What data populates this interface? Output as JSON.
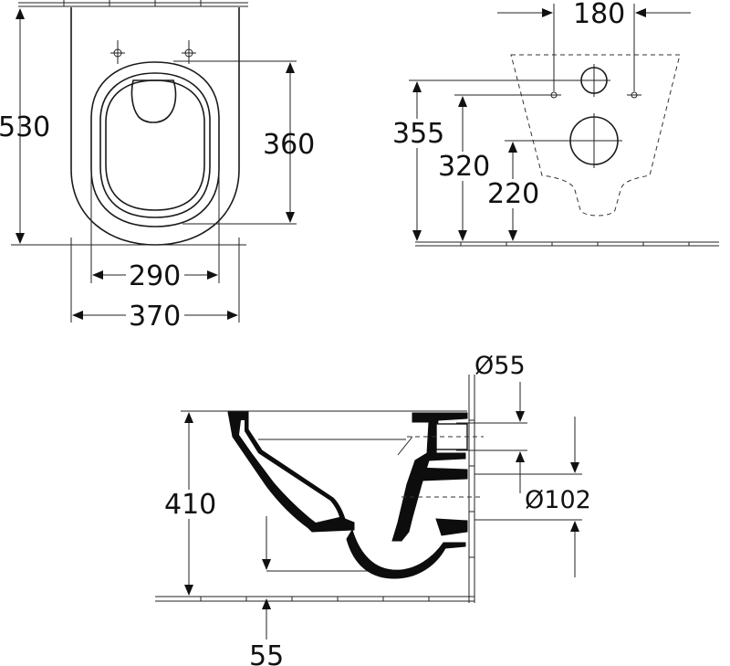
{
  "top_view": {
    "length": "530",
    "bowl_length": "360",
    "bowl_width": "290",
    "overall_width": "370"
  },
  "front_view": {
    "hole_spacing": "180",
    "outlet_height": "355",
    "fixing_height": "320",
    "inlet_height": "220"
  },
  "side_view": {
    "inlet_diameter": "55",
    "height": "410",
    "outlet_diameter": "102",
    "bottom_offset": "55"
  },
  "symbols": {
    "diameter": "Ø"
  }
}
